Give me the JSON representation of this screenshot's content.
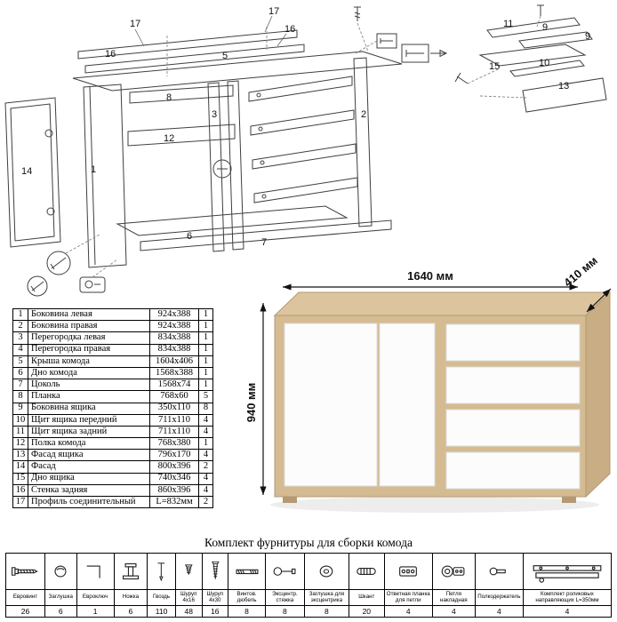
{
  "diagram": {
    "callouts": [
      "17",
      "16",
      "5",
      "16",
      "17",
      "8",
      "1",
      "12",
      "14",
      "3",
      "2",
      "6",
      "7",
      "11",
      "9",
      "9",
      "15",
      "10",
      "13"
    ]
  },
  "parts_table": {
    "rows": [
      {
        "num": "1",
        "name": "Боковина левая",
        "size": "924x388",
        "qty": "1"
      },
      {
        "num": "2",
        "name": "Боковина правая",
        "size": "924x388",
        "qty": "1"
      },
      {
        "num": "3",
        "name": "Перегородка левая",
        "size": "834x388",
        "qty": "1"
      },
      {
        "num": "4",
        "name": "Перегородка правая",
        "size": "834x388",
        "qty": "1"
      },
      {
        "num": "5",
        "name": "Крыша комода",
        "size": "1604x406",
        "qty": "1"
      },
      {
        "num": "6",
        "name": "Дно комода",
        "size": "1568x388",
        "qty": "1"
      },
      {
        "num": "7",
        "name": "Цоколь",
        "size": "1568x74",
        "qty": "1"
      },
      {
        "num": "8",
        "name": "Планка",
        "size": "768x60",
        "qty": "5"
      },
      {
        "num": "9",
        "name": "Боковина ящика",
        "size": "350x110",
        "qty": "8"
      },
      {
        "num": "10",
        "name": "Щит ящика передний",
        "size": "711x110",
        "qty": "4"
      },
      {
        "num": "11",
        "name": "Щит ящика задний",
        "size": "711x110",
        "qty": "4"
      },
      {
        "num": "12",
        "name": "Полка комода",
        "size": "768x380",
        "qty": "1"
      },
      {
        "num": "13",
        "name": "Фасад ящика",
        "size": "796x170",
        "qty": "4"
      },
      {
        "num": "14",
        "name": "Фасад",
        "size": "800x396",
        "qty": "2"
      },
      {
        "num": "15",
        "name": "Дно ящика",
        "size": "740x346",
        "qty": "4"
      },
      {
        "num": "16",
        "name": "Стенка задняя",
        "size": "860x396",
        "qty": "4"
      },
      {
        "num": "17",
        "name": "Профиль соединительный",
        "size": "L=832мм",
        "qty": "2"
      }
    ]
  },
  "render": {
    "width_label": "1640 мм",
    "depth_label": "410 мм",
    "height_label": "940 мм"
  },
  "hardware": {
    "title": "Комплект фурнитуры для сборки комода",
    "items": [
      {
        "name": "Евровинт",
        "qty": "26"
      },
      {
        "name": "Заглушка",
        "qty": "6"
      },
      {
        "name": "Евроключ",
        "qty": "1"
      },
      {
        "name": "Ножка",
        "qty": "6"
      },
      {
        "name": "Гвоздь",
        "qty": "110"
      },
      {
        "name": "Шуруп 4x16",
        "qty": "48"
      },
      {
        "name": "Шуруп 4x30",
        "qty": "16"
      },
      {
        "name": "Винтов. дюбель",
        "qty": "8"
      },
      {
        "name": "Эксцентр. стяжка",
        "qty": "8"
      },
      {
        "name": "Заглушка для эксцентрика",
        "qty": "8"
      },
      {
        "name": "Шкант",
        "qty": "20"
      },
      {
        "name": "Ответная планка для петли",
        "qty": "4"
      },
      {
        "name": "Петля накладная",
        "qty": "4"
      },
      {
        "name": "Полкодержатель",
        "qty": "4"
      },
      {
        "name": "Комплект роликовых направляющих L=350мм",
        "qty": "4"
      }
    ]
  }
}
